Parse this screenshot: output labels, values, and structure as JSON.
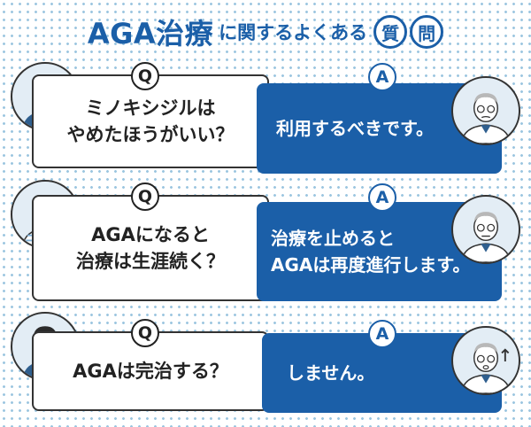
{
  "title": {
    "part1": "AGA治療",
    "part2": "に関するよくある",
    "char1": "質",
    "char2": "問"
  },
  "badges": {
    "question": "Q",
    "answer": "A"
  },
  "qa": [
    {
      "question": [
        "ミノキシジルは",
        "やめたほうがいい？"
      ],
      "answer": [
        "利用するべきです。"
      ]
    },
    {
      "question": [
        "AGAになると",
        "治療は生涯続く？"
      ],
      "answer": [
        "治療を止めると",
        "AGAは再度進行します。"
      ]
    },
    {
      "question": [
        "AGAは完治する？"
      ],
      "answer": [
        "しません。"
      ]
    }
  ],
  "colors": {
    "accent": "#1b5fa8",
    "dots": "#9cc6e0"
  },
  "icons": [
    "patient-avatar-icon",
    "doctor-avatar-icon"
  ]
}
